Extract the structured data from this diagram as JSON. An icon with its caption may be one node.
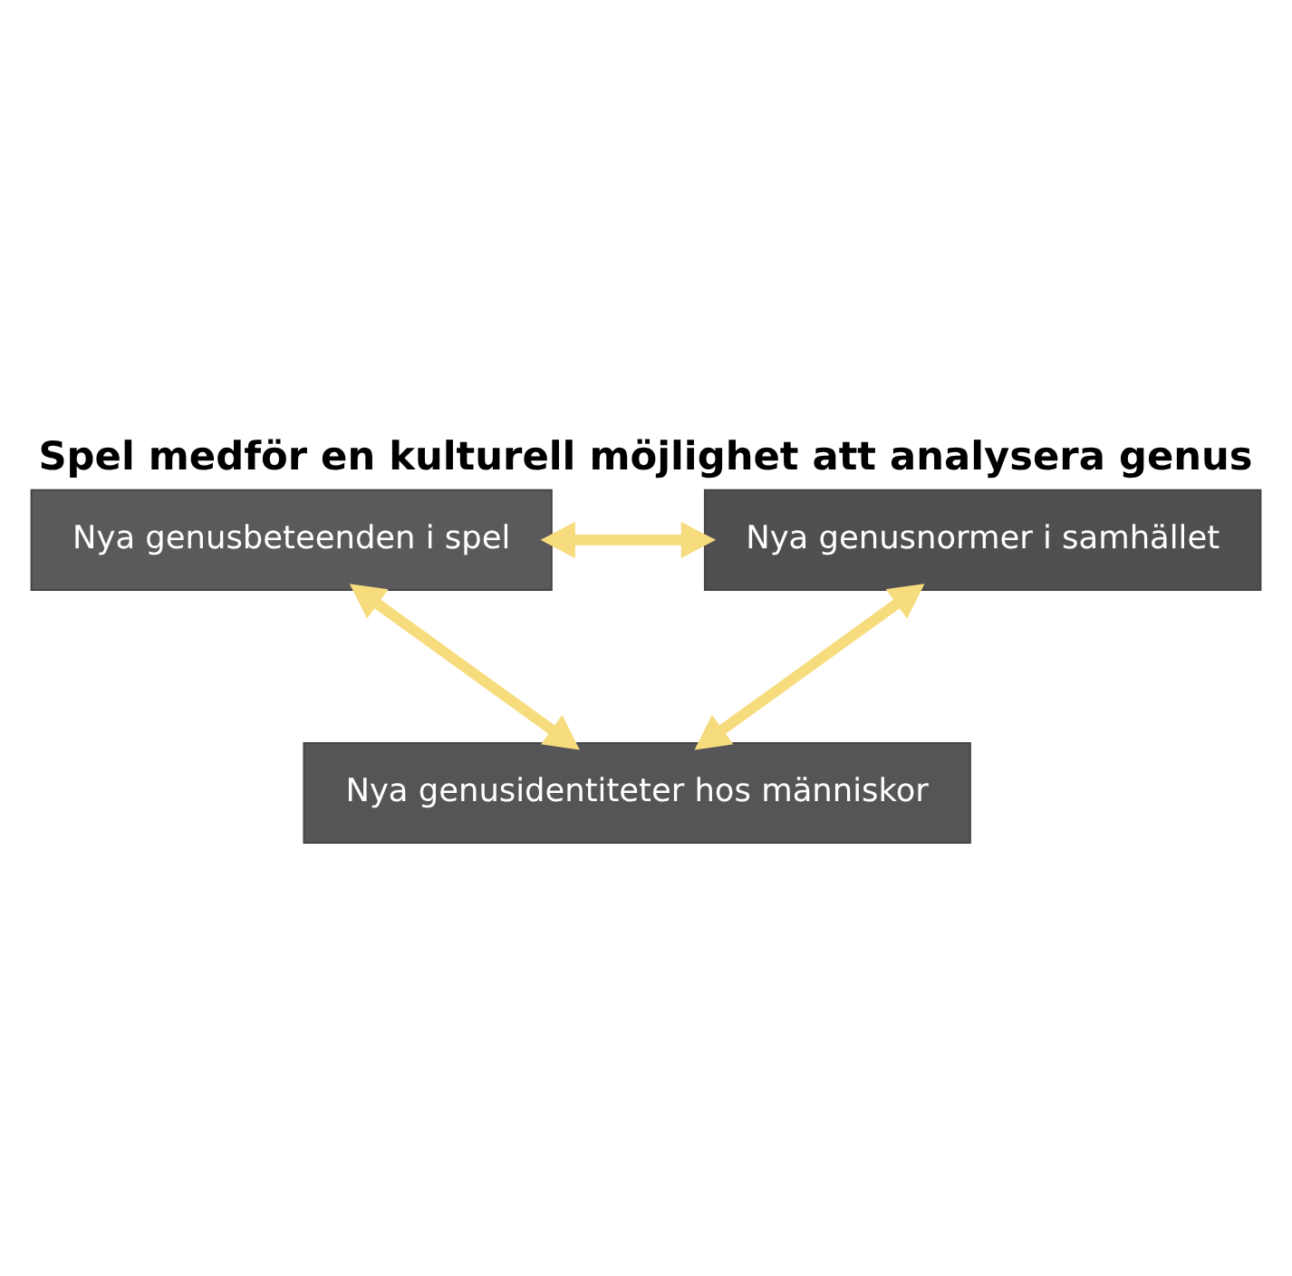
{
  "diagram": {
    "title": "Spel medför en kulturell möjlighet att analysera genus",
    "nodes": [
      {
        "text": [
          "Nya genusbeteenden i spel"
        ]
      },
      {
        "text": [
          "Nya genusnormer i samhället"
        ]
      },
      {
        "text": [
          "Nya genusidentiteter hos människor"
        ]
      }
    ],
    "edges": [
      {
        "from": 0,
        "to": 1,
        "arrow": "both"
      },
      {
        "from": 1,
        "to": 2,
        "arrow": "both"
      },
      {
        "from": 0,
        "to": 2,
        "arrow": "both"
      }
    ]
  }
}
